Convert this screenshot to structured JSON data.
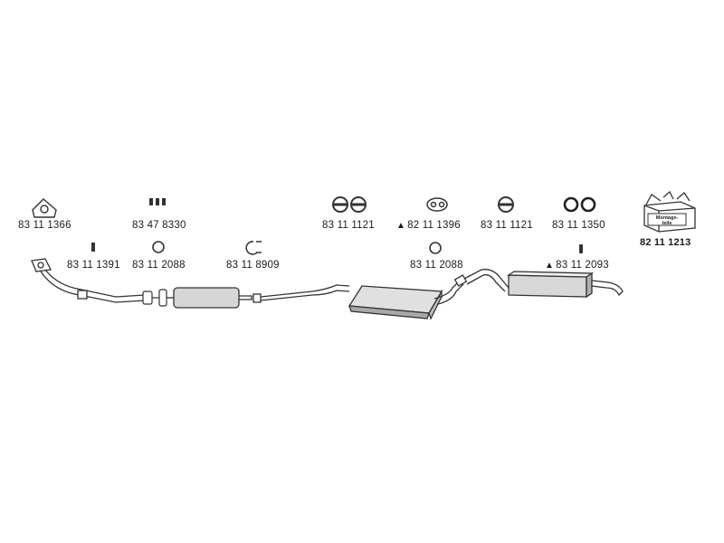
{
  "colors": {
    "line": "#333333",
    "fill": "#c8c8c8",
    "fill_dark": "#9a9a9a"
  },
  "parts": {
    "flange_gasket": "83 11 1366",
    "bolts": "83 47 8330",
    "seal_ring_a": "83 11 1121",
    "rubber_hanger_a": "82 11 1396",
    "seal_ring_b": "83 11 1121",
    "o_rings": "83 11 1350",
    "mounting_kit": "82 11 1213",
    "stud": "83 11 1391",
    "ring_a": "83 11 2088",
    "clamp": "83 11 8909",
    "ring_b": "83 11 2088",
    "rear_hanger": "83 11 2093"
  },
  "markers": {
    "triangle": "▲"
  },
  "kit_box_text": [
    "Montage-",
    "teile"
  ]
}
